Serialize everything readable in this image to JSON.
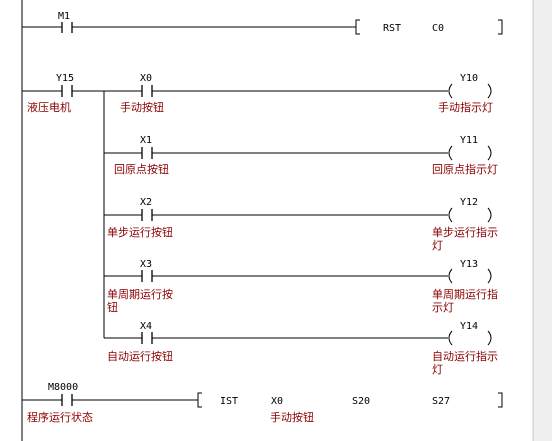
{
  "rungs": [
    {
      "id": "rung-1",
      "contact": {
        "address": "M1",
        "comment": ""
      },
      "instruction": {
        "op": "RST",
        "args": [
          "C0"
        ],
        "arg_comments": []
      }
    },
    {
      "id": "rung-2",
      "contact": {
        "address": "Y15",
        "comment": "液压电机"
      },
      "branches": [
        {
          "contact": "X0",
          "contact_comment": "手动按钮",
          "coil": "Y10",
          "coil_comment": "手动指示灯"
        },
        {
          "contact": "X1",
          "contact_comment": "回原点按钮",
          "coil": "Y11",
          "coil_comment": "回原点指示灯"
        },
        {
          "contact": "X2",
          "contact_comment": "单步运行按钮",
          "coil": "Y12",
          "coil_comment_lines": [
            "单步运行指示",
            "灯"
          ]
        },
        {
          "contact": "X3",
          "contact_comment_lines": [
            "单周期运行按",
            "钮"
          ],
          "coil": "Y13",
          "coil_comment_lines": [
            "单周期运行指",
            "示灯"
          ]
        },
        {
          "contact": "X4",
          "contact_comment": "自动运行按钮",
          "coil": "Y14",
          "coil_comment_lines": [
            "自动运行指示",
            "灯"
          ]
        }
      ]
    },
    {
      "id": "rung-3",
      "contact": {
        "address": "M8000",
        "comment": "程序运行状态"
      },
      "instruction": {
        "op": "IST",
        "args": [
          "X0",
          "S20",
          "S27"
        ],
        "arg_comments": [
          "手动按钮"
        ]
      }
    }
  ],
  "colors": {
    "wire": "#000000",
    "comment": "#8B0000",
    "background": "#ffffff",
    "scrollbar": "#f0f0f0"
  }
}
